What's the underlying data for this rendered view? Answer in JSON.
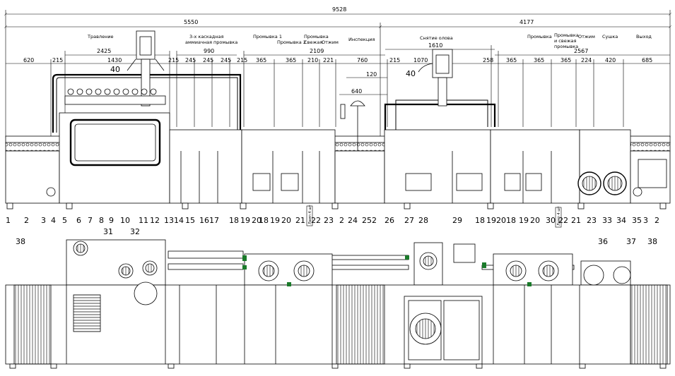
{
  "dimensions": {
    "total": "9528",
    "left_block": "5550",
    "right_block": "4177",
    "sub_2425": "2425",
    "sub_990": "990",
    "sub_2109": "2109",
    "sub_1610": "1610",
    "sub_2567": "2567",
    "segments_left": [
      "620",
      "215",
      "1430",
      "215",
      "245",
      "245",
      "245",
      "215",
      "365",
      "365",
      "210",
      "221",
      "760"
    ],
    "segments_right": [
      "215",
      "1070",
      "258",
      "365",
      "365",
      "365",
      "224",
      "420",
      "685"
    ],
    "d640": "640",
    "d120": "120",
    "d40a": "40",
    "d40b": "40"
  },
  "sections": {
    "pickling": "Травление",
    "cascade": "3-х каскадная аммиачная промывка",
    "rinse1": "Промывка 1",
    "rinse2": "Промывка 2",
    "fresh_rinse": "Промывка Свежая",
    "squeeze1": "Отжим",
    "inspection": "Инспекция",
    "tin_strip": "Снятие олова",
    "rinse3": "Промывка",
    "rinse_fresh": "Промывка и свежая промывка",
    "squeeze2": "Отжим",
    "drying": "Сушка",
    "exit": "Выход"
  },
  "callouts_row": [
    "1",
    "2",
    "3",
    "4",
    "5",
    "6",
    "7",
    "8",
    "9",
    "10",
    "11",
    "12",
    "13",
    "14",
    "15",
    "16",
    "17",
    "18",
    "19",
    "20",
    "18",
    "19",
    "20",
    "21",
    "22",
    "23",
    "2",
    "24",
    "25",
    "2",
    "26",
    "27",
    "28",
    "29",
    "18",
    "19",
    "20",
    "18",
    "19",
    "20",
    "30",
    "22",
    "21",
    "23",
    "33",
    "34",
    "35",
    "3",
    "2"
  ],
  "callouts_plan": [
    "38",
    "31",
    "32",
    "36",
    "37",
    "38"
  ],
  "vertical_labels": [
    "Ламп 4 шт",
    "Ламп 4 шт"
  ],
  "colors": {
    "line": "#000000",
    "background": "#ffffff",
    "accent_green": "#1a7a2a"
  },
  "icons": [
    "roller-conveyor",
    "pump",
    "fan-blower",
    "pressure-gauge",
    "valve",
    "tank"
  ]
}
